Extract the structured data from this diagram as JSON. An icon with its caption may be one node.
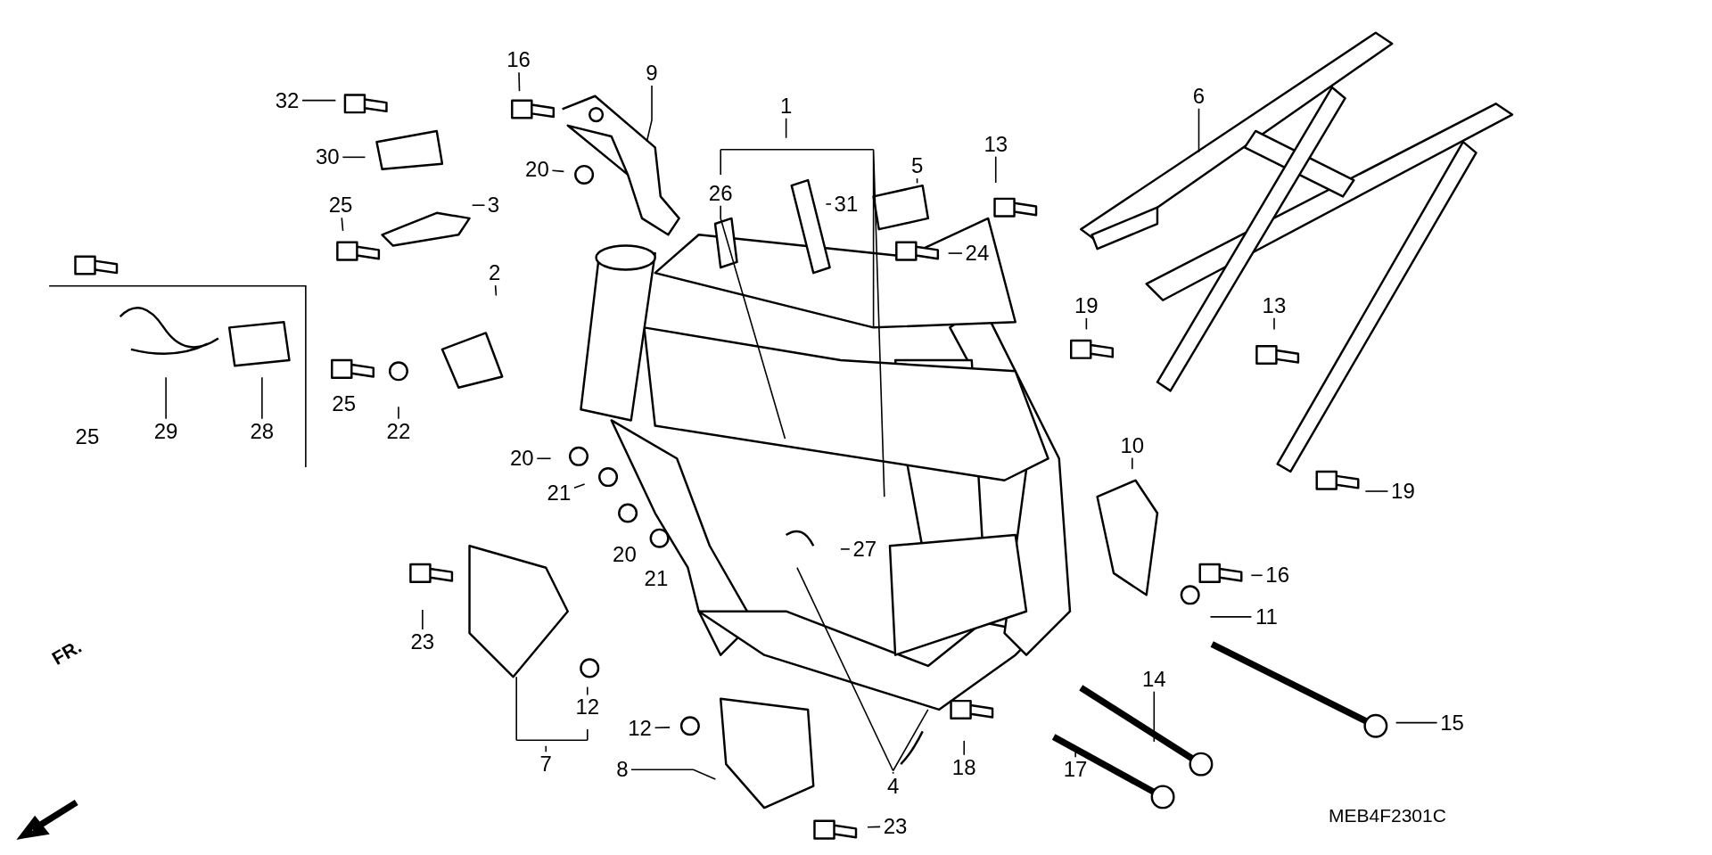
{
  "diagram": {
    "nodes": [
      {
        "text": [
          "16"
        ]
      },
      {
        "text": [
          "9"
        ]
      },
      {
        "text": [
          "1"
        ]
      },
      {
        "text": [
          "6"
        ]
      },
      {
        "text": [
          "32"
        ]
      },
      {
        "text": [
          "13"
        ]
      },
      {
        "text": [
          "30"
        ]
      },
      {
        "text": [
          "5"
        ]
      },
      {
        "text": [
          "20"
        ]
      },
      {
        "text": [
          "26"
        ]
      },
      {
        "text": [
          "31"
        ]
      },
      {
        "text": [
          "25"
        ]
      },
      {
        "text": [
          "3"
        ]
      },
      {
        "text": [
          "24"
        ]
      },
      {
        "text": [
          "2"
        ]
      },
      {
        "text": [
          "19"
        ]
      },
      {
        "text": [
          "13"
        ]
      },
      {
        "text": [
          "25"
        ]
      },
      {
        "text": [
          "29"
        ]
      },
      {
        "text": [
          "28"
        ]
      },
      {
        "text": [
          "25"
        ]
      },
      {
        "text": [
          "22"
        ]
      },
      {
        "text": [
          "20"
        ]
      },
      {
        "text": [
          "10"
        ]
      },
      {
        "text": [
          "21"
        ]
      },
      {
        "text": [
          "19"
        ]
      },
      {
        "text": [
          "27"
        ]
      },
      {
        "text": [
          "20"
        ]
      },
      {
        "text": [
          "21"
        ]
      },
      {
        "text": [
          "16"
        ]
      },
      {
        "text": [
          "11"
        ]
      },
      {
        "text": [
          "23"
        ]
      },
      {
        "text": [
          "14"
        ]
      },
      {
        "text": [
          "12"
        ]
      },
      {
        "text": [
          "15"
        ]
      },
      {
        "text": [
          "12"
        ]
      },
      {
        "text": [
          "7"
        ]
      },
      {
        "text": [
          "8"
        ]
      },
      {
        "text": [
          "17"
        ]
      },
      {
        "text": [
          "18"
        ]
      },
      {
        "text": [
          "4"
        ]
      },
      {
        "text": [
          "23"
        ]
      }
    ],
    "edges": [
      {
        "from": 0,
        "to": null,
        "arrow": "none"
      },
      {
        "from": 1,
        "to": null,
        "arrow": "none"
      },
      {
        "from": 2,
        "to": null,
        "arrow": "none"
      },
      {
        "from": 3,
        "to": null,
        "arrow": "none"
      },
      {
        "from": 4,
        "to": null,
        "arrow": "none"
      },
      {
        "from": 5,
        "to": null,
        "arrow": "none"
      },
      {
        "from": 6,
        "to": null,
        "arrow": "none"
      },
      {
        "from": 7,
        "to": null,
        "arrow": "none"
      },
      {
        "from": 8,
        "to": null,
        "arrow": "none"
      },
      {
        "from": 9,
        "to": null,
        "arrow": "none"
      },
      {
        "from": 10,
        "to": null,
        "arrow": "none"
      },
      {
        "from": 11,
        "to": null,
        "arrow": "none"
      },
      {
        "from": 12,
        "to": null,
        "arrow": "none"
      },
      {
        "from": 13,
        "to": null,
        "arrow": "none"
      },
      {
        "from": 14,
        "to": null,
        "arrow": "none"
      },
      {
        "from": 15,
        "to": null,
        "arrow": "none"
      },
      {
        "from": 16,
        "to": null,
        "arrow": "none"
      },
      {
        "from": 18,
        "to": null,
        "arrow": "none"
      },
      {
        "from": 19,
        "to": null,
        "arrow": "none"
      },
      {
        "from": 21,
        "to": null,
        "arrow": "none"
      },
      {
        "from": 22,
        "to": null,
        "arrow": "none"
      },
      {
        "from": 23,
        "to": null,
        "arrow": "none"
      },
      {
        "from": 24,
        "to": null,
        "arrow": "none"
      },
      {
        "from": 25,
        "to": null,
        "arrow": "none"
      },
      {
        "from": 26,
        "to": null,
        "arrow": "none"
      },
      {
        "from": 29,
        "to": null,
        "arrow": "none"
      },
      {
        "from": 30,
        "to": null,
        "arrow": "none"
      },
      {
        "from": 31,
        "to": null,
        "arrow": "none"
      },
      {
        "from": 32,
        "to": null,
        "arrow": "none"
      },
      {
        "from": 33,
        "to": null,
        "arrow": "none"
      },
      {
        "from": 34,
        "to": null,
        "arrow": "none"
      },
      {
        "from": 35,
        "to": null,
        "arrow": "none"
      },
      {
        "from": 36,
        "to": null,
        "arrow": "none"
      },
      {
        "from": 37,
        "to": null,
        "arrow": "none"
      },
      {
        "from": 38,
        "to": null,
        "arrow": "none"
      },
      {
        "from": 39,
        "to": null,
        "arrow": "none"
      },
      {
        "from": 40,
        "to": null,
        "arrow": "none"
      },
      {
        "from": 41,
        "to": null,
        "arrow": "none"
      }
    ],
    "labels": [
      "FR.",
      "MEB4F2301C"
    ]
  }
}
